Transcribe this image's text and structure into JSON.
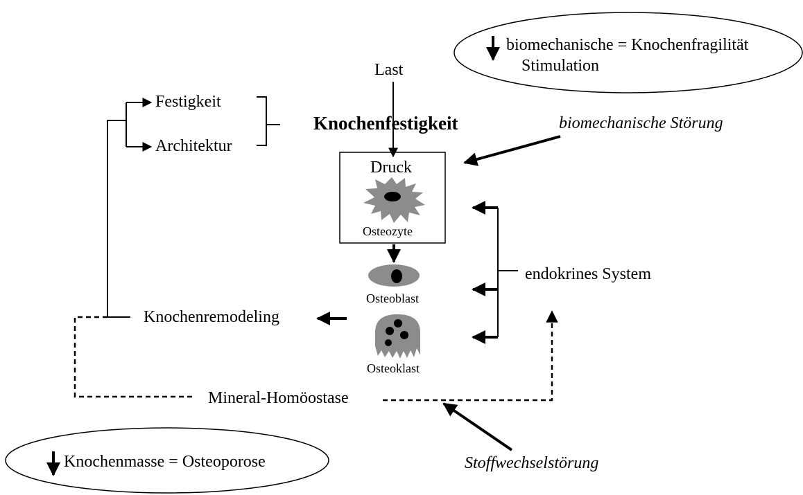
{
  "labels": {
    "last": "Last",
    "festigkeit": "Festigkeit",
    "architektur": "Architektur",
    "knochenfestigkeit": "Knochenfestigkeit",
    "biomech_stoerung": "biomechanische Störung",
    "druck": "Druck",
    "osteozyte": "Osteozyte",
    "osteoblast": "Osteoblast",
    "osteoklast": "Osteoklast",
    "endokrines": "endokrines System",
    "remodeling": "Knochenremodeling",
    "mineral": "Mineral-Homöostase",
    "stoffwechsel": "Stoffwechselstörung"
  },
  "ellipse_top": {
    "line1": "biomechanische  =  Knochenfragilität",
    "line2": "Stimulation"
  },
  "ellipse_bottom": {
    "text": "Knochenmasse = Osteoporose"
  },
  "colors": {
    "cell_gray": "#8c8c8c",
    "nucleus": "#000000",
    "line": "#000000"
  }
}
